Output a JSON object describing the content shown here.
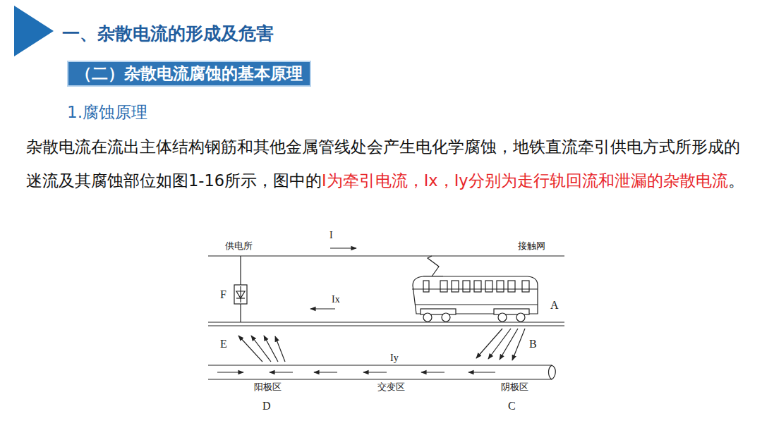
{
  "diagram": {
    "title": "一、杂散电流的形成及危害",
    "nodes": [
      {
        "text": [
          "（二）杂散电流腐蚀的基本原理"
        ]
      }
    ],
    "edges": [],
    "labels": [
      "1.腐蚀原理",
      "杂散电流在流出主体结构钢筋和其他金属管线处会产生电化学腐蚀，地铁直流牵引供电方式所形成的迷流及其腐蚀部位如图1-16所示，图中的",
      "I为牵引电流，Ix，Iy分别为走行轨回流和泄漏的杂散电流",
      "。",
      "I",
      "供电所",
      "接触网",
      "F",
      "Ix",
      "A",
      "E",
      "B",
      "Iy",
      "阳极区",
      "交变区",
      "阴极区",
      "D",
      "C"
    ]
  }
}
